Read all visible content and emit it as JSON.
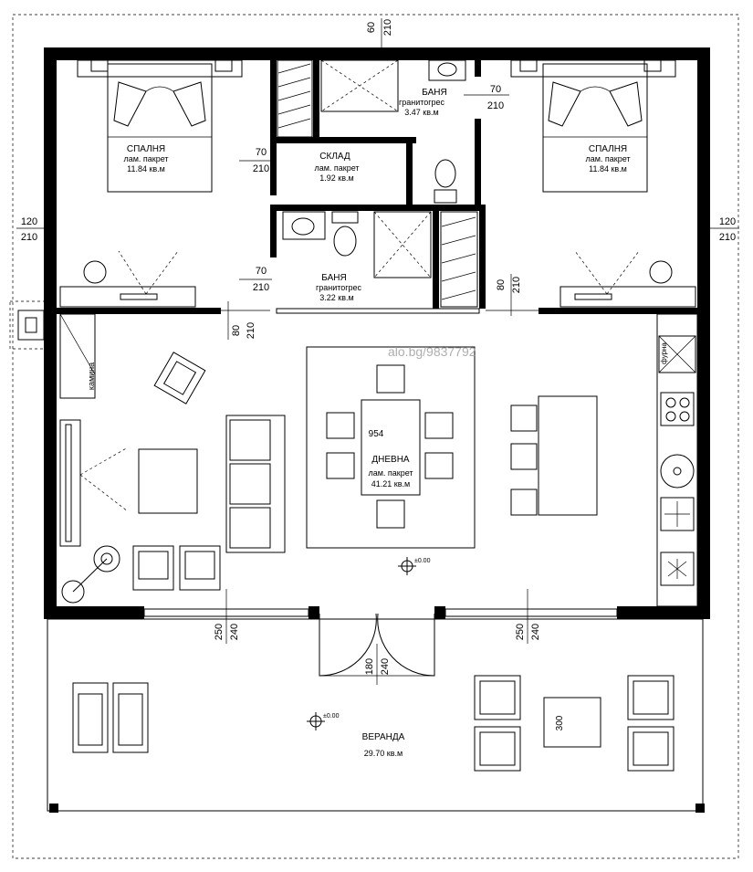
{
  "watermark": "alo.bg/9837792",
  "rooms": {
    "bedroom_left": {
      "name": "СПАЛНЯ",
      "floor": "лам. пакрет",
      "area": "11.84 кв.м"
    },
    "bedroom_right": {
      "name": "СПАЛНЯ",
      "floor": "лам. пакрет",
      "area": "11.84 кв.м"
    },
    "bathroom_top": {
      "name": "БАНЯ",
      "floor": "гранитогрес",
      "area": "3.47 кв.м"
    },
    "storage": {
      "name": "СКЛАД",
      "floor": "лам. пакрет",
      "area": "1.92 кв.м"
    },
    "bathroom_bottom": {
      "name": "БАНЯ",
      "floor": "гранитогрес",
      "area": "3.22 кв.м"
    },
    "living": {
      "name": "ДНЕВНА",
      "floor": "лам. пакрет",
      "area": "41.21 кв.м"
    },
    "veranda": {
      "name": "ВЕРАНДА",
      "area": "29.70 кв.м"
    }
  },
  "labels": {
    "fireplace": "камина",
    "kitchen_unit": "фурна",
    "table_dim": "954",
    "veranda_table_dim": "300",
    "level_living": "±0.00",
    "level_veranda": "±0.00"
  },
  "dimensions": {
    "top_window": [
      "60",
      "210"
    ],
    "bath_top_door": [
      "70",
      "210"
    ],
    "storage_door": [
      "70",
      "210"
    ],
    "left_window": [
      "120",
      "210"
    ],
    "right_window": [
      "120",
      "210"
    ],
    "bath_bottom_door": [
      "70",
      "210"
    ],
    "bed_left_door": [
      "80",
      "210"
    ],
    "bed_right_door": [
      "80",
      "210"
    ],
    "window_front_left": [
      "250",
      "240"
    ],
    "entry_door": [
      "180",
      "240"
    ],
    "window_front_right": [
      "250",
      "240"
    ]
  }
}
